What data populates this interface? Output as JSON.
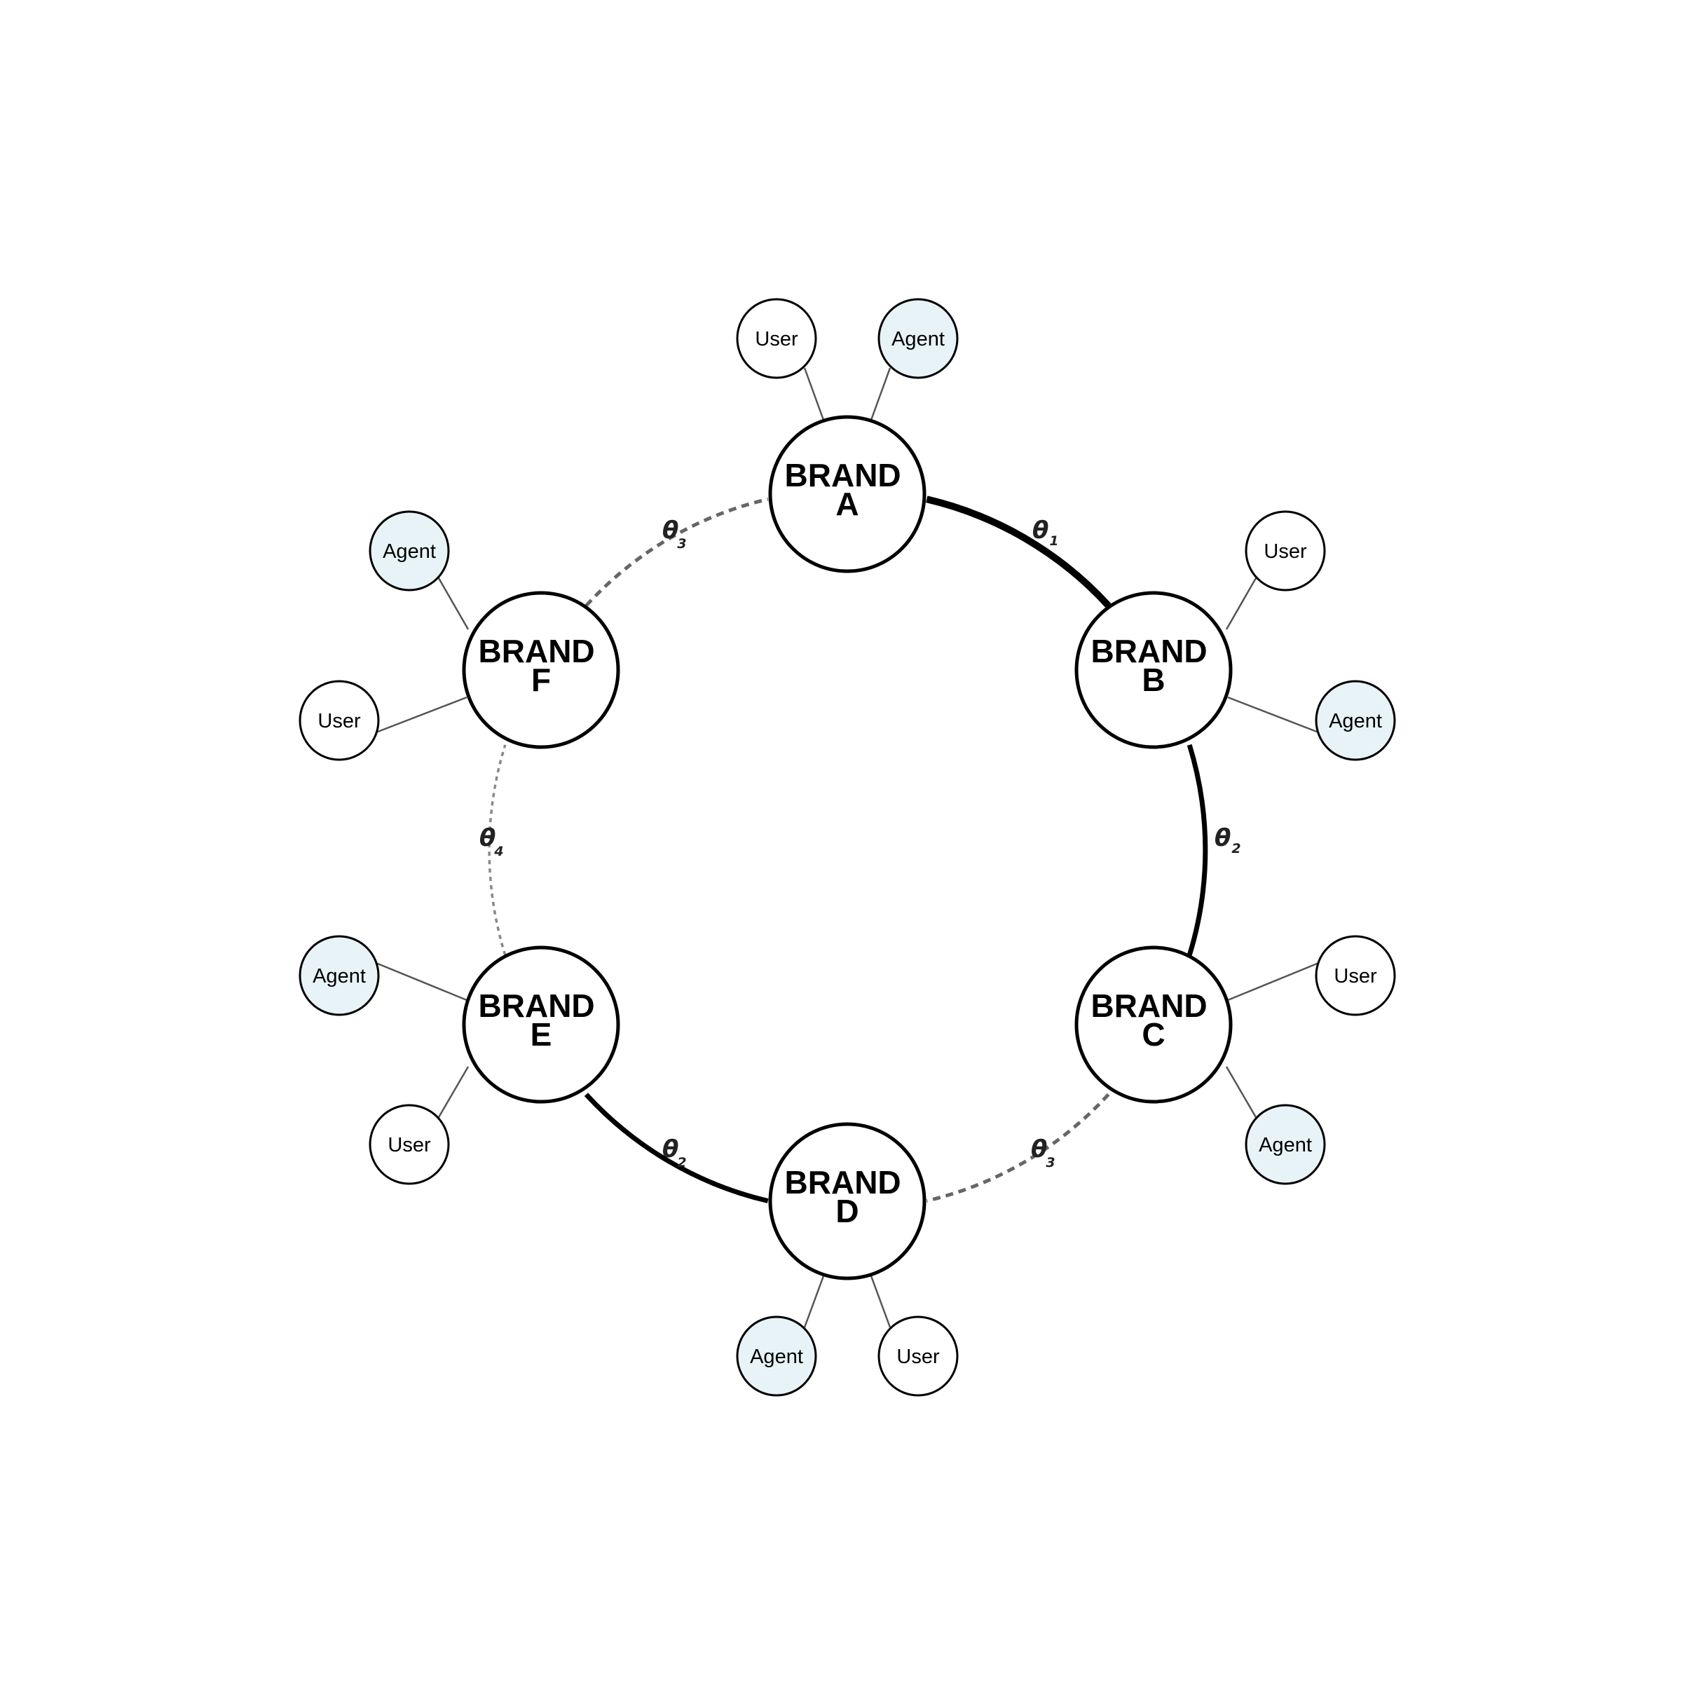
{
  "colors": {
    "agent_fill": "#e8f3f8",
    "user_fill": "#ffffff",
    "strong_edge": "#000000",
    "dashed_edge": "#666666",
    "dotted_edge": "#888888"
  },
  "brands": [
    {
      "line1": "BRAND",
      "line2": "A",
      "satellites": [
        {
          "label": "User",
          "kind": "user"
        },
        {
          "label": "Agent",
          "kind": "agent"
        }
      ]
    },
    {
      "line1": "BRAND",
      "line2": "B",
      "satellites": [
        {
          "label": "User",
          "kind": "user"
        },
        {
          "label": "Agent",
          "kind": "agent"
        }
      ]
    },
    {
      "line1": "BRAND",
      "line2": "C",
      "satellites": [
        {
          "label": "User",
          "kind": "user"
        },
        {
          "label": "Agent",
          "kind": "agent"
        }
      ]
    },
    {
      "line1": "BRAND",
      "line2": "D",
      "satellites": [
        {
          "label": "User",
          "kind": "user"
        },
        {
          "label": "Agent",
          "kind": "agent"
        }
      ]
    },
    {
      "line1": "BRAND",
      "line2": "E",
      "satellites": [
        {
          "label": "Agent",
          "kind": "agent"
        },
        {
          "label": "User",
          "kind": "user"
        }
      ]
    },
    {
      "line1": "BRAND",
      "line2": "F",
      "satellites": [
        {
          "label": "Agent",
          "kind": "agent"
        },
        {
          "label": "User",
          "kind": "user"
        }
      ]
    }
  ],
  "edges": [
    {
      "from": "A",
      "to": "B",
      "style": "solid-thick",
      "symbol": "θ",
      "sub": "1"
    },
    {
      "from": "B",
      "to": "C",
      "style": "solid",
      "symbol": "θ",
      "sub": "2"
    },
    {
      "from": "C",
      "to": "D",
      "style": "dashed",
      "symbol": "θ",
      "sub": "3"
    },
    {
      "from": "D",
      "to": "E",
      "style": "solid",
      "symbol": "θ",
      "sub": "2"
    },
    {
      "from": "E",
      "to": "F",
      "style": "dotted",
      "symbol": "θ",
      "sub": "4"
    },
    {
      "from": "F",
      "to": "A",
      "style": "dashed",
      "symbol": "θ",
      "sub": "3"
    }
  ]
}
